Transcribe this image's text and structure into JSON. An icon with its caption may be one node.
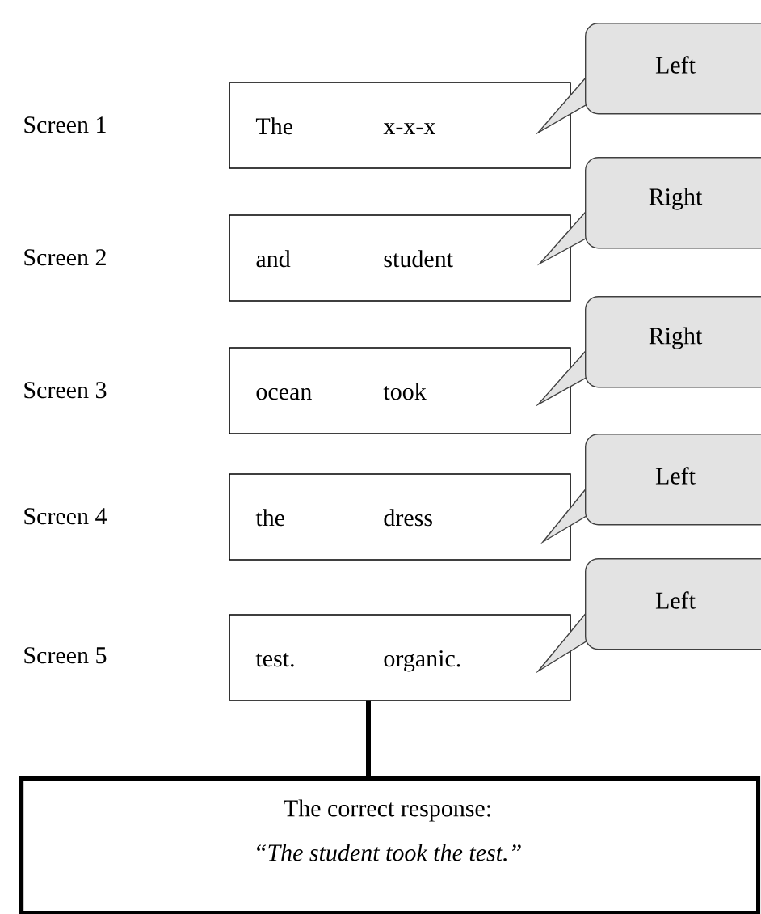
{
  "diagram": {
    "nodes": [
      {
        "text": [
          "The",
          "x-x-x"
        ]
      },
      {
        "text": [
          "and",
          "student"
        ]
      },
      {
        "text": [
          "ocean",
          "took"
        ]
      },
      {
        "text": [
          "the",
          "dress"
        ]
      },
      {
        "text": [
          "test.",
          "organic."
        ]
      },
      {
        "text": [
          "Left"
        ]
      },
      {
        "text": [
          "Right"
        ]
      },
      {
        "text": [
          "Right"
        ]
      },
      {
        "text": [
          "Left"
        ]
      },
      {
        "text": [
          "Left"
        ]
      },
      {
        "text": [
          "The correct response:",
          "“The student took the test.”"
        ]
      }
    ],
    "edges": [
      {
        "from": 4,
        "to": 10,
        "arrow": "none"
      }
    ],
    "labels": [
      "Screen 1",
      "Screen 2",
      "Screen 3",
      "Screen 4",
      "Screen 5"
    ]
  }
}
